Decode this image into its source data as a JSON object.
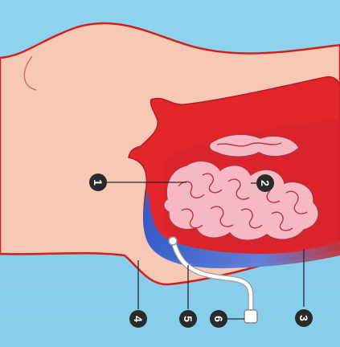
{
  "colors": {
    "background": "#8fd3ee",
    "skin": "#f7c8b6",
    "skin_outline": "#d2201c",
    "cavity": "#e3262b",
    "cavity_dark": "#b71922",
    "intestine": "#f6b9c4",
    "intestine_outline": "#b8323f",
    "fluid": "#3f6fd6",
    "catheter": "#ffffff",
    "marker": "#2a2a2a"
  },
  "markers": [
    {
      "id": "1",
      "label": "1"
    },
    {
      "id": "2",
      "label": "2"
    },
    {
      "id": "3",
      "label": "3"
    },
    {
      "id": "4",
      "label": "4"
    },
    {
      "id": "5",
      "label": "5"
    },
    {
      "id": "6",
      "label": "6"
    }
  ]
}
